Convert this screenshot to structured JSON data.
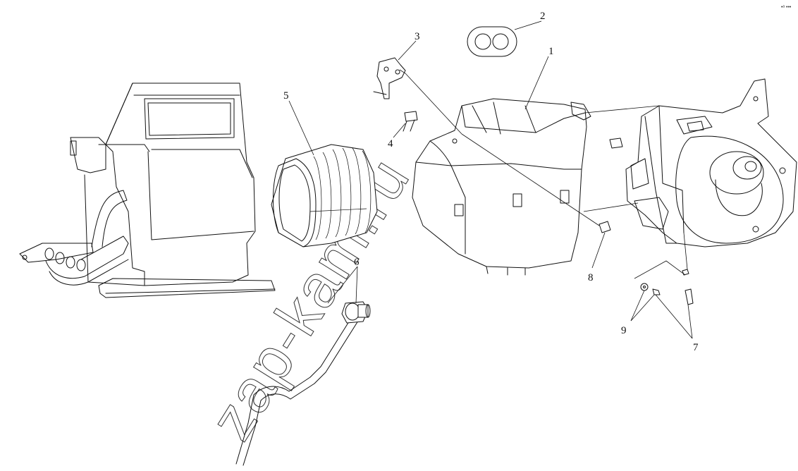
{
  "callouts": [
    {
      "id": "c1",
      "label": "1"
    },
    {
      "id": "c2",
      "label": "2"
    },
    {
      "id": "c3",
      "label": "3"
    },
    {
      "id": "c4",
      "label": "4"
    },
    {
      "id": "c5",
      "label": "5"
    },
    {
      "id": "c6",
      "label": "6"
    },
    {
      "id": "c7",
      "label": "7"
    },
    {
      "id": "c8",
      "label": "8"
    },
    {
      "id": "c9",
      "label": "9"
    }
  ],
  "watermark": "zap-kam.ru",
  "corner_mark": "•ᵃ •••"
}
